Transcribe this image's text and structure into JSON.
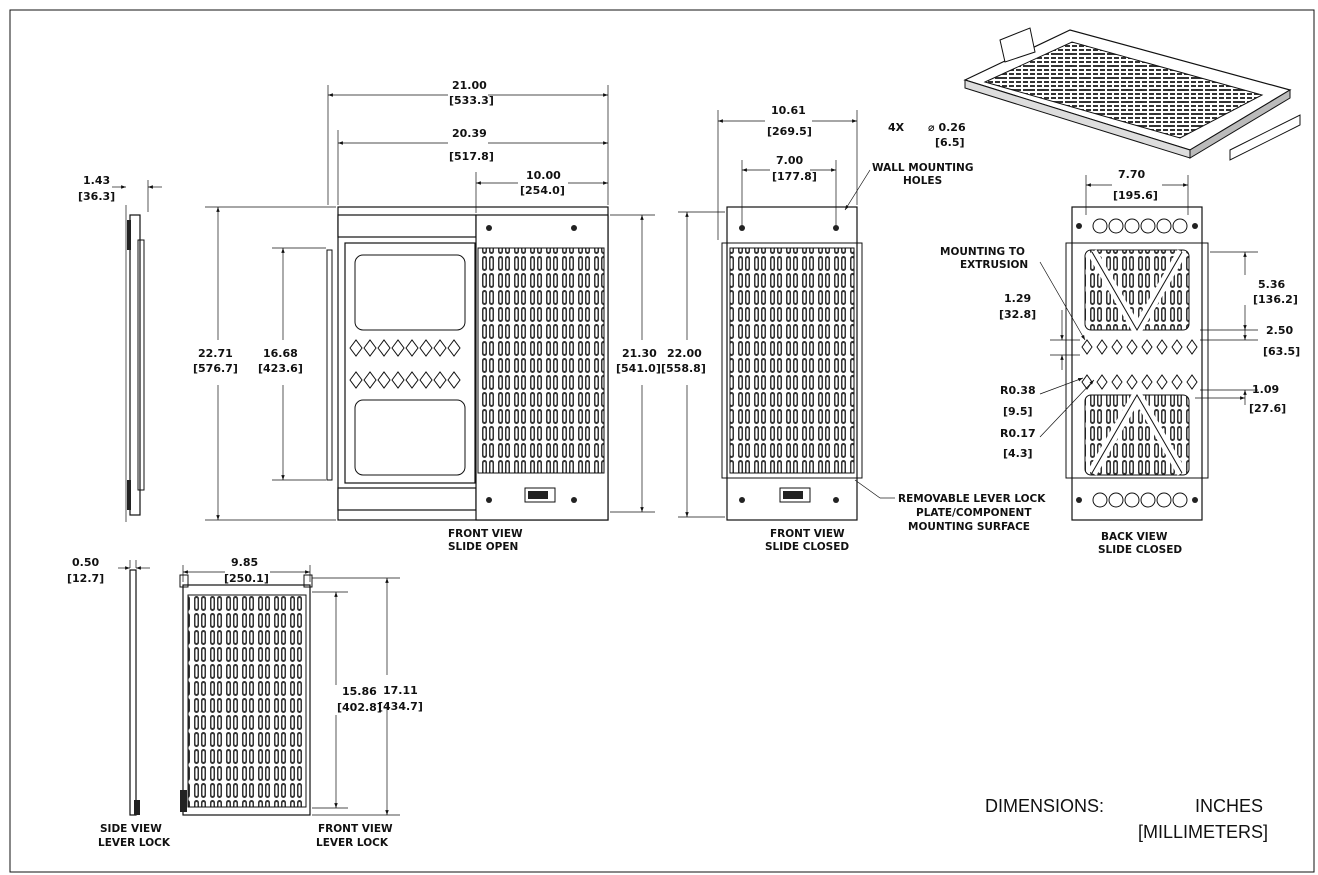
{
  "dimensions_1_43": {
    "in": "1.43",
    "mm": "[36.3]"
  },
  "dimensions_21_00": {
    "in": "21.00",
    "mm": "[533.3]"
  },
  "dimensions_20_39": {
    "in": "20.39",
    "mm": "[517.8]"
  },
  "dimensions_10_00": {
    "in": "10.00",
    "mm": "[254.0]"
  },
  "dimensions_22_71": {
    "in": "22.71",
    "mm": "[576.7]"
  },
  "dimensions_16_68": {
    "in": "16.68",
    "mm": "[423.6]"
  },
  "dimensions_21_30": {
    "in": "21.30",
    "mm": "[541.0]"
  },
  "dimensions_22_00": {
    "in": "22.00",
    "mm": "[558.8]"
  },
  "dimensions_10_61": {
    "in": "10.61",
    "mm": "[269.5]"
  },
  "dimensions_7_00": {
    "in": "7.00",
    "mm": "[177.8]"
  },
  "holes": {
    "qty": "4X",
    "dia": "⌀ 0.26",
    "mm": "[6.5]",
    "label_1": "WALL MOUNTING",
    "label_2": "HOLES"
  },
  "dimensions_7_70": {
    "in": "7.70",
    "mm": "[195.6]"
  },
  "mounting_extrusion": {
    "line1": "MOUNTING TO",
    "line2": "EXTRUSION"
  },
  "dimensions_5_36": {
    "in": "5.36",
    "mm": "[136.2]"
  },
  "dimensions_1_29": {
    "in": "1.29",
    "mm": "[32.8]"
  },
  "dimensions_2_50": {
    "in": "2.50",
    "mm": "[63.5]"
  },
  "dimensions_1_09": {
    "in": "1.09",
    "mm": "[27.6]"
  },
  "dimensions_r038": {
    "in": "R0.38",
    "mm": "[9.5]"
  },
  "dimensions_r017": {
    "in": "R0.17",
    "mm": "[4.3]"
  },
  "removable_plate": {
    "line1": "REMOVABLE LEVER LOCK",
    "line2": "PLATE/COMPONENT",
    "line3": "MOUNTING SURFACE"
  },
  "dimensions_0_50": {
    "in": "0.50",
    "mm": "[12.7]"
  },
  "dimensions_9_85": {
    "in": "9.85",
    "mm": "[250.1]"
  },
  "dimensions_15_86": {
    "in": "15.86",
    "mm": "[402.8]"
  },
  "dimensions_17_11": {
    "in": "17.11",
    "mm": "[434.7]"
  },
  "views": {
    "front_open_1": "FRONT VIEW",
    "front_open_2": "SLIDE OPEN",
    "front_closed_1": "FRONT VIEW",
    "front_closed_2": "SLIDE CLOSED",
    "back_closed_1": "BACK VIEW",
    "back_closed_2": "SLIDE CLOSED",
    "side_lever_1": "SIDE VIEW",
    "side_lever_2": "LEVER LOCK",
    "front_lever_1": "FRONT VIEW",
    "front_lever_2": "LEVER LOCK"
  },
  "units_note": {
    "line1": "DIMENSIONS:",
    "line1b": "INCHES",
    "line2": "[MILLIMETERS]"
  }
}
